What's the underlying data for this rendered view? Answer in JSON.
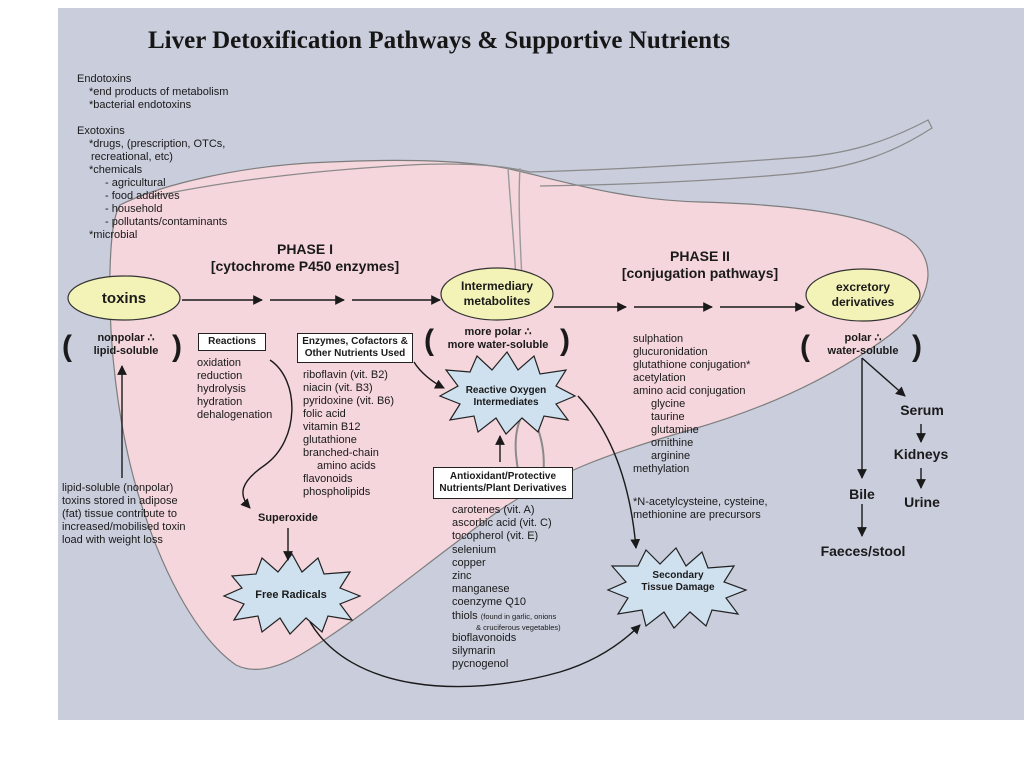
{
  "title": "Liver Detoxification Pathways & Supportive Nutrients",
  "endotoxins": {
    "heading": "Endotoxins",
    "items": [
      "*end products of metabolism",
      "*bacterial endotoxins"
    ]
  },
  "exotoxins": {
    "heading": "Exotoxins",
    "lines": [
      "*drugs, (prescription, OTCs,",
      "recreational, etc)",
      "*chemicals",
      "- agricultural",
      "- food additives",
      "- household",
      "- pollutants/contaminants",
      "*microbial"
    ]
  },
  "phase1": {
    "title": "PHASE I",
    "subtitle": "[cytochrome P450 enzymes]"
  },
  "phase2": {
    "title": "PHASE II",
    "subtitle": "[conjugation pathways]"
  },
  "nodes": {
    "toxins": "toxins",
    "intermediary_1": "Intermediary",
    "intermediary_2": "metabolites",
    "excretory_1": "excretory",
    "excretory_2": "derivatives",
    "superoxide": "Superoxide",
    "free_radicals": "Free Radicals",
    "ros_1": "Reactive Oxygen",
    "ros_2": "Intermediates",
    "secondary_1": "Secondary",
    "secondary_2": "Tissue Damage"
  },
  "properties": {
    "nonpolar_1": "nonpolar ∴",
    "nonpolar_2": "lipid-soluble",
    "morepolar_1": "more polar ∴",
    "morepolar_2": "more water-soluble",
    "polar_1": "polar ∴",
    "polar_2": "water-soluble"
  },
  "reactions": {
    "label": "Reactions",
    "items": [
      "oxidation",
      "reduction",
      "hydrolysis",
      "hydration",
      "dehalogenation"
    ]
  },
  "enzymes": {
    "label_1": "Enzymes, Cofactors &",
    "label_2": "Other Nutrients Used",
    "items": [
      "riboflavin (vit. B2)",
      "niacin (vit. B3)",
      "pyridoxine (vit. B6)",
      "folic acid",
      "vitamin B12",
      "glutathione",
      "branched-chain",
      "amino acids",
      "flavonoids",
      "phospholipids"
    ]
  },
  "antioxidants": {
    "label_1": "Antioxidant/Protective",
    "label_2": "Nutrients/Plant Derivatives",
    "items": [
      "carotenes (vit. A)",
      "ascorbic acid (vit. C)",
      "tocopherol (vit. E)",
      "selenium",
      "copper",
      "zinc",
      "manganese",
      "coenzyme Q10"
    ],
    "thiols": "thiols",
    "thiols_note_1": "(found in garlic, onions",
    "thiols_note_2": "& cruciferous vegetables)",
    "items_after": [
      "bioflavonoids",
      "silymarin",
      "pycnogenol"
    ]
  },
  "conjugation": {
    "items": [
      "sulphation",
      "glucuronidation",
      "glutathione conjugation*",
      "acetylation",
      "amino acid conjugation"
    ],
    "amino_acids": [
      "glycine",
      "taurine",
      "glutamine",
      "ornithine",
      "arginine"
    ],
    "last": "methylation",
    "note_1": "*N-acetylcysteine, cysteine,",
    "note_2": "methionine are precursors"
  },
  "adipose_note": [
    "lipid-soluble (nonpolar)",
    "toxins stored in adipose",
    "(fat) tissue contribute to",
    "increased/mobilised toxin",
    "load with weight loss"
  ],
  "excretion": {
    "serum": "Serum",
    "kidneys": "Kidneys",
    "urine": "Urine",
    "bile": "Bile",
    "faeces": "Faeces/stool"
  },
  "colors": {
    "background": "#c9cddc",
    "liver": "#f4d6dc",
    "oval": "#f4f3b7",
    "starburst": "#cfe0ef"
  }
}
